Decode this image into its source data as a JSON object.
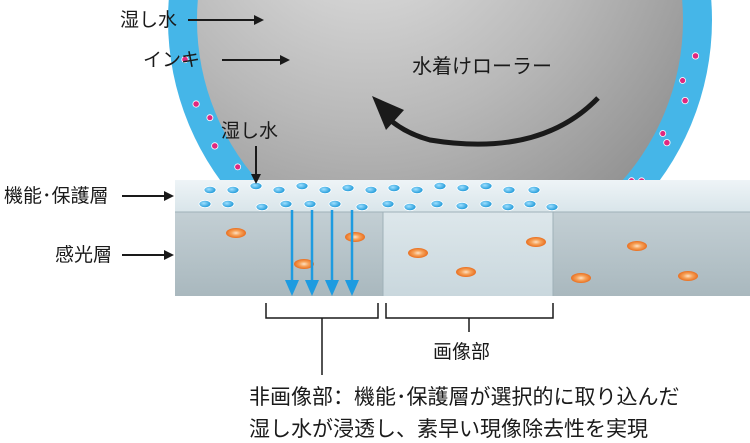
{
  "labels": {
    "dampening_water_roller": "湿し水",
    "ink": "インキ",
    "water_roller_name": "水着けローラー",
    "dampening_water_plate": "湿し水",
    "functional_protective_layer": "機能･保護層",
    "photosensitive_layer": "感光層",
    "image_area": "画像部"
  },
  "caption": {
    "line1": "非画像部：機能･保護層が選択的に取り込んだ",
    "line2": "湿し水が浸透し、素早い現像除去性を実現"
  },
  "colors": {
    "roller_water_film": "#45b6e8",
    "roller_core": "#a8a8a8",
    "ink_dot": "#e0287f",
    "water_drop": "#2fa9e6",
    "protective_layer": "#e4edf1",
    "photosensitive_layer": "#b8c6cc",
    "image_area_layer": "#d7e3e9",
    "orange_particle": "#f08a3c",
    "penetration_arrow": "#1e9be0"
  }
}
